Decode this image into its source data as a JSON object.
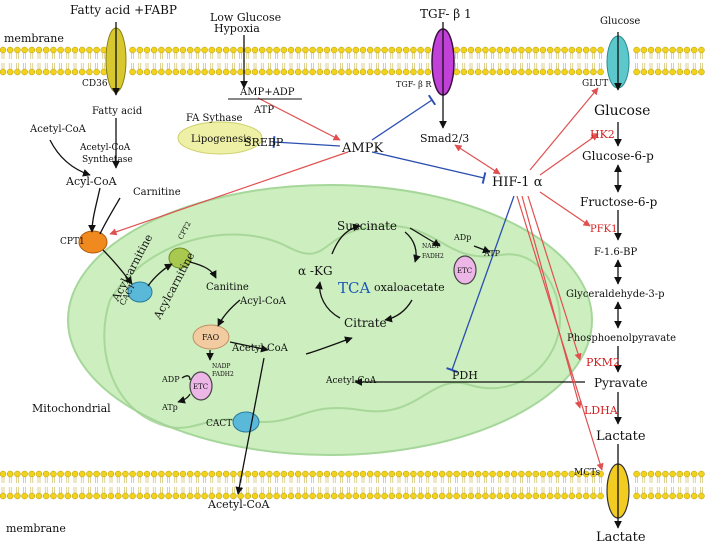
{
  "colors": {
    "membrane_head": "#f2d21a",
    "membrane_stroke": "#b0980a",
    "mito_fill": "#cdeebf",
    "mito_edge": "#a6d79a",
    "red_arrow": "#e05050",
    "blue_inhibit": "#2a4fb0",
    "enzyme_red": "#d42020",
    "tca_blue": "#1a58b8",
    "etc_fill": "#ecb6e6",
    "tgf_receptor": "#c040d8",
    "cd36": "#d8c830",
    "glut": "#5cc8cc",
    "mct": "#f2cc20",
    "cpt1": "#f08a1e",
    "cpt2": "#a8c850",
    "cact": "#5ab8d8",
    "fao": "#f2cca0",
    "lipogenesis": "#eef0a6"
  },
  "labels": {
    "membrane_top": "membrane",
    "membrane_bottom": "membrane",
    "fatty_acid_fabp": "Fatty acid +FABP",
    "cd36": "CD36",
    "fatty_acid": "Fatty acid",
    "acetyl_coa_cyto": "Acetyl-CoA",
    "acetyl_coa_synthetase_1": "Acetyl-CoA",
    "acetyl_coa_synthetase_2": "Synthetase",
    "acyl_coa": "Acyl-CoA",
    "carnitine": "Carnitine",
    "cpt1": "CPT1",
    "acylcarnitine_1": "Acylcarnitine",
    "cact_left": "CACT",
    "cpt2": "CPT2",
    "acylcarnitine_2": "Acylcarnitine",
    "canitine": "Canitine",
    "acyl_coa_mito": "Acyl-CoA",
    "fao": "FAO",
    "nadp_left": "NADP",
    "fadh2_left": "FADH2",
    "adp_left": "ADP",
    "etc_left": "ETC",
    "atp_left": "ATp",
    "acetyl_coa_mito": "Acetyl-CoA",
    "cact_bottom": "CACT",
    "acetyl_coa_out": "Acetyl-CoA",
    "mitochondrial": "Mitochondrial",
    "low_glucose": "Low Glucose",
    "hypoxia": "Hypoxia",
    "amp_adp": "AMP+ADP",
    "atp_top": "ATP",
    "fa_synthase": "FA Sythase",
    "lipogenesis": "Lipogenesis",
    "srebp": "SREBP",
    "ampk": "AMPK",
    "tgf_b1": "TGF- β 1",
    "tgf_br": "TGF- β R",
    "smad": "Smad2/3",
    "hif1a": "HIF-1 α",
    "succinate": "Succinate",
    "akg": "α -KG",
    "tca": "TCA",
    "oxaloacetate": "oxaloacetate",
    "citrate": "Citrate",
    "nadp_right": "NADP",
    "fadh2_right": "FADH2",
    "adp_right": "ADp",
    "etc_right": "ETC",
    "atp_right": "ATP",
    "acetyl_coa_pdh": "Acetyl-CoA",
    "pdh": "PDH",
    "glucose_top": "Glucose",
    "glut": "GLUT",
    "glucose": "Glucose",
    "hk2": "HK2",
    "g6p": "Glucose-6-p",
    "f6p": "Fructose-6-p",
    "pfk1": "PFK1",
    "f16bp": "F-1.6-BP",
    "g3p": "Glyceraldehyde-3-p",
    "pep": "Phosphoenolpyravate",
    "pkm2": "PKM2",
    "pyruvate": "Pyravate",
    "ldha": "LDHA",
    "lactate_in": "Lactate",
    "mcts": "MCTs",
    "lactate_out": "Lactate"
  }
}
